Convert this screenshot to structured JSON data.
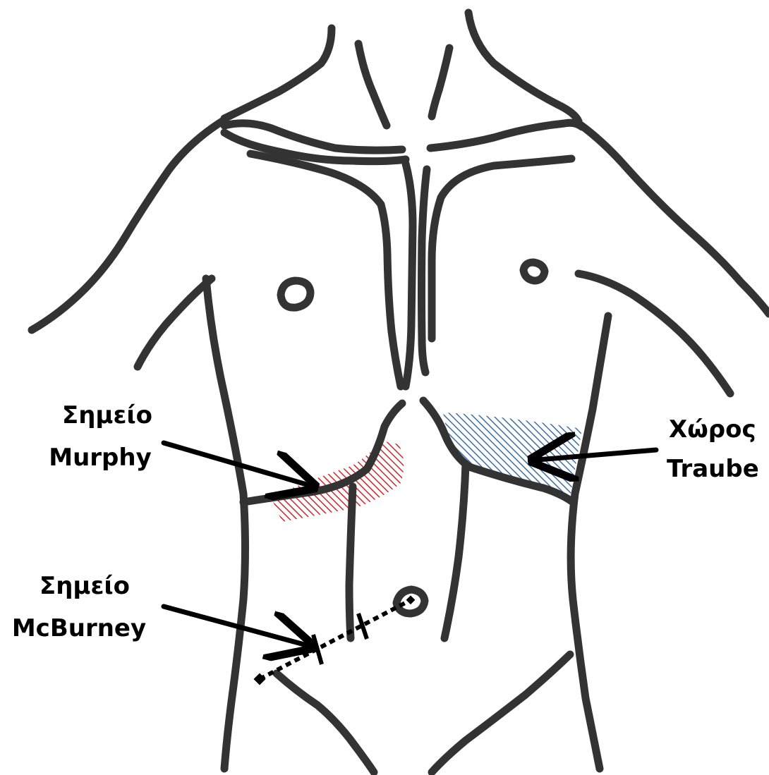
{
  "labels": {
    "murphy": {
      "line1": "Σημείο",
      "line2": "Murphy"
    },
    "mcburney": {
      "line1": "Σημείο",
      "line2": "McBurney"
    },
    "traube": {
      "line1": "Χώρος",
      "line2": "Traube"
    }
  },
  "colors": {
    "outline": "#333333",
    "murphy_hatch": "#d0252b",
    "traube_hatch": "#3c6fa8",
    "label_text": "#000000",
    "background": "#ffffff"
  }
}
